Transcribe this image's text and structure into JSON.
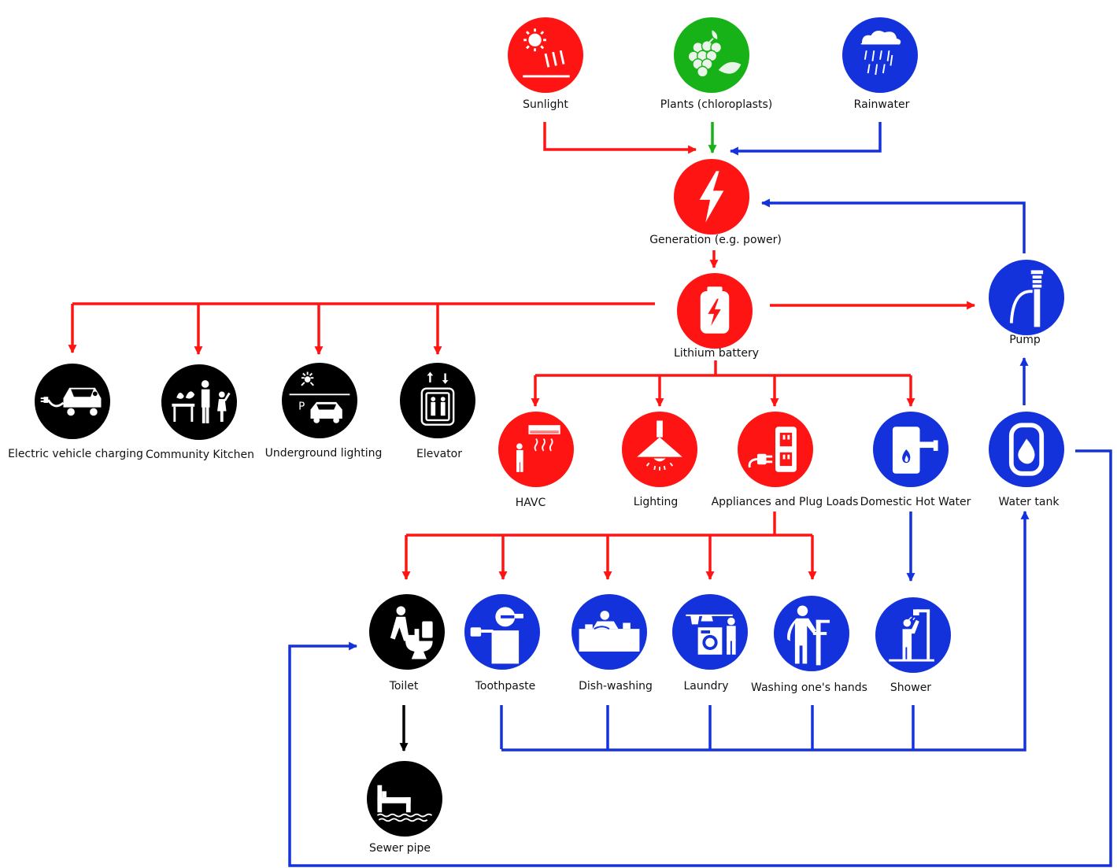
{
  "colors": {
    "energy": "#ff1414",
    "plant": "#17b217",
    "water": "#1432dc",
    "waste": "#000000"
  },
  "nodes": [
    {
      "id": "sunlight",
      "label": "Sunlight",
      "color": "energy",
      "icon": "sun-rays-icon"
    },
    {
      "id": "plants",
      "label": "Plants (chloroplasts)",
      "color": "plant",
      "icon": "grapes-leaf-icon"
    },
    {
      "id": "rainwater",
      "label": "Rainwater",
      "color": "water",
      "icon": "rain-cloud-icon"
    },
    {
      "id": "generation",
      "label": "Generation (e.g. power)",
      "color": "energy",
      "icon": "lightning-bolt-icon"
    },
    {
      "id": "battery",
      "label": "Lithium battery",
      "color": "energy",
      "icon": "battery-icon"
    },
    {
      "id": "pump",
      "label": "Pump",
      "color": "water",
      "icon": "pump-hose-icon"
    },
    {
      "id": "ev",
      "label": "Electric vehicle charging",
      "color": "waste",
      "icon": "ev-car-plug-icon"
    },
    {
      "id": "kitchen",
      "label": "Community Kitchen",
      "color": "waste",
      "icon": "family-kitchen-icon"
    },
    {
      "id": "underground",
      "label": "Underground lighting",
      "color": "waste",
      "icon": "parking-light-icon"
    },
    {
      "id": "elevator",
      "label": "Elevator",
      "color": "waste",
      "icon": "elevator-icon"
    },
    {
      "id": "havc",
      "label": "HAVC",
      "color": "energy",
      "icon": "air-conditioner-icon"
    },
    {
      "id": "lighting",
      "label": "Lighting",
      "color": "energy",
      "icon": "ceiling-lamp-icon"
    },
    {
      "id": "appliances",
      "label": "Appliances and Plug Loads",
      "color": "energy",
      "icon": "outlet-plug-icon"
    },
    {
      "id": "hotwater",
      "label": "Domestic Hot Water",
      "color": "water",
      "icon": "water-heater-icon"
    },
    {
      "id": "watertank",
      "label": "Water tank",
      "color": "water",
      "icon": "water-drop-tank-icon"
    },
    {
      "id": "toilet",
      "label": "Toilet",
      "color": "waste",
      "icon": "toilet-person-icon"
    },
    {
      "id": "toothpaste",
      "label": "Toothpaste",
      "color": "water",
      "icon": "tooth-brushing-icon"
    },
    {
      "id": "dishwashing",
      "label": "Dish-washing",
      "color": "water",
      "icon": "dish-washing-icon"
    },
    {
      "id": "laundry",
      "label": "Laundry",
      "color": "water",
      "icon": "laundry-machine-icon"
    },
    {
      "id": "handwash",
      "label": "Washing one's hands",
      "color": "water",
      "icon": "hand-washing-icon"
    },
    {
      "id": "shower",
      "label": "Shower",
      "color": "water",
      "icon": "shower-person-icon"
    },
    {
      "id": "sewer",
      "label": "Sewer pipe",
      "color": "waste",
      "icon": "sewer-pipe-icon"
    }
  ]
}
